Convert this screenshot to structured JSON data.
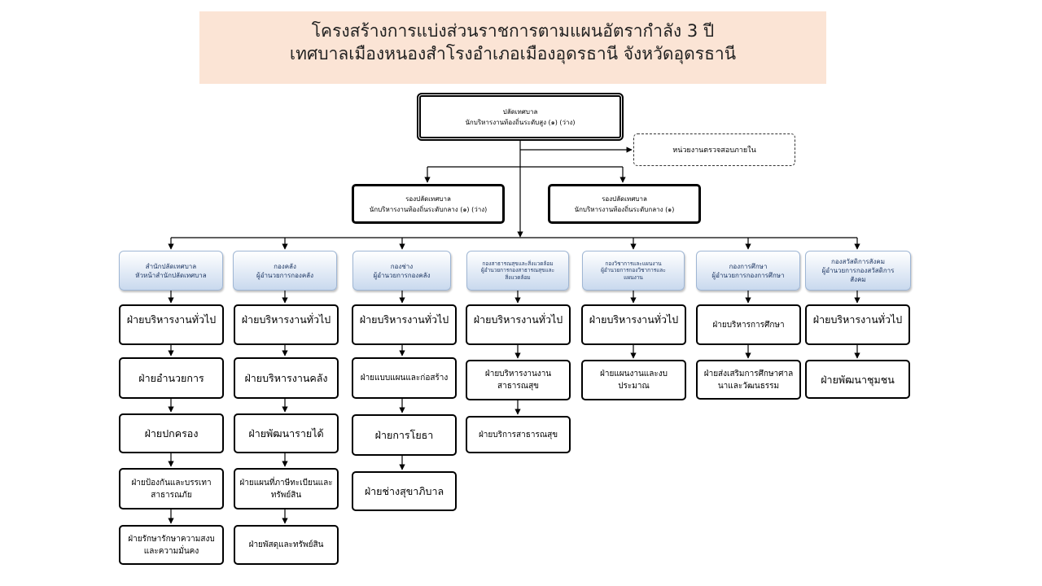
{
  "title": {
    "line1": "โครงสร้างการแบ่งส่วนราชการตามแผนอัตรากำลัง 3 ปี",
    "line2": "เทศบาลเมืองหนองสำโรงอำเภอเมืองอุดรธานี จังหวัดอุดรธานี"
  },
  "top": {
    "line1": "ปลัดเทศบาล",
    "line2": "นักบริหารงานท้องถิ่นระดับสูง (๑) (ว่าง)"
  },
  "audit": {
    "label": "หน่วยงานตรวจสอบภายใน"
  },
  "deputies": [
    {
      "line1": "รองปลัดเทศบาล",
      "line2": "นักบริหารงานท้องถิ่นระดับกลาง (๑) (ว่าง)"
    },
    {
      "line1": "รองปลัดเทศบาล",
      "line2": "นักบริหารงานท้องถิ่นระดับกลาง (๑)"
    }
  ],
  "departments": [
    {
      "line1": "สำนักปลัดเทศบาล",
      "line2": "หัวหน้าสำนักปลัดเทศบาล",
      "line3": "",
      "units": [
        "ฝ่ายบริหารงานทั่วไป",
        "ฝ่ายอำนวยการ",
        "ฝ่ายปกครอง",
        "ฝ่ายป้องกันและบรรเทาสาธารณภัย",
        "ฝ่ายรักษารักษาความสงบและความมั่นคง"
      ]
    },
    {
      "line1": "กองคลัง",
      "line2": "ผู้อำนวยการกองคลัง",
      "line3": "",
      "units": [
        "ฝ่ายบริหารงานทั่วไป",
        "ฝ่ายบริหารงานคลัง",
        "ฝ่ายพัฒนารายได้",
        "ฝ่ายแผนที่ภาษีทะเบียนและทรัพย์สิน",
        "ฝ่ายพัสดุและทรัพย์สิน"
      ]
    },
    {
      "line1": "กองช่าง",
      "line2": "ผู้อำนวยการกองคลัง",
      "line3": "",
      "units": [
        "ฝ่ายบริหารงานทั่วไป",
        "ฝ่ายแบบแผนและก่อสร้าง",
        "ฝ่ายการโยธา",
        "ฝ่ายช่างสุขาภิบาล"
      ]
    },
    {
      "line1": "กองสาธารณสุขและสิ่งแวดล้อม",
      "line2": "ผู้อำนวยการกองสาธารณสุขและ",
      "line3": "สิ่งแวดล้อม",
      "units": [
        "ฝ่ายบริหารงานทั่วไป",
        "ฝ่ายบริหารงานงานสาธารณสุข",
        "ฝ่ายบริการสาธารณสุข"
      ]
    },
    {
      "line1": "กองวิชาการและแผนงาน",
      "line2": "ผู้อำนวยการกองวิชาการและ",
      "line3": "แผนงาน",
      "units": [
        "ฝ่ายบริหารงานทั่วไป",
        "ฝ่ายแผนงานและงบประมาณ"
      ]
    },
    {
      "line1": "กองการศึกษา",
      "line2": "ผู้อำนวยการกองการศึกษา",
      "line3": "",
      "units": [
        "ฝ่ายบริหารการศึกษา",
        "ฝ่ายส่งเสริมการศึกษาศาลนาและวัฒนธรรม"
      ]
    },
    {
      "line1": "กองสวัสดิการสังคม",
      "line2": "ผู้อำนวยการกองสวัสดิการ",
      "line3": "สังคม",
      "units": [
        "ฝ่ายบริหารงานทั่วไป",
        "ฝ่ายพัฒนาชุมชน"
      ]
    }
  ]
}
